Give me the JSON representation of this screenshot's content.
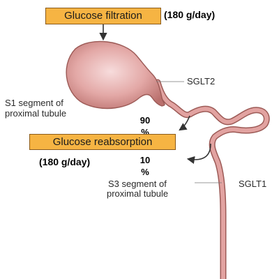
{
  "filtration": {
    "label": "Glucose filtration",
    "amount": "(180 g/day)"
  },
  "reabsorption": {
    "label": "Glucose reabsorption",
    "amount": "(180 g/day)"
  },
  "segments": {
    "s1": {
      "line1": "S1 segment of",
      "line2": "proximal tubule"
    },
    "s3": {
      "line1": "S3 segment of",
      "line2": "proximal tubule"
    }
  },
  "transporters": {
    "sglt2": "SGLT2",
    "sglt1": "SGLT1"
  },
  "percentages": {
    "s1": {
      "value": "90",
      "unit": "%"
    },
    "s3": {
      "value": "10",
      "unit": "%"
    }
  },
  "colors": {
    "box_fill": "#f6b443",
    "tubule_fill": "#e2a3a1",
    "tubule_outline": "#9c5a56",
    "arrow": "#333333"
  }
}
